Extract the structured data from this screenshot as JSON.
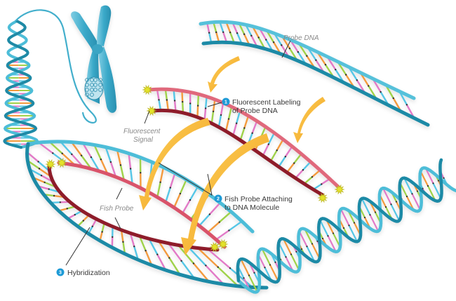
{
  "diagram": {
    "title": "FISH (Fluorescence In Situ Hybridization) process",
    "colors": {
      "dna_strand": "#3fb2cc",
      "dna_strand_dark": "#1f8aa6",
      "probe_strand": "#d9536a",
      "probe_strand_dark": "#8e1c2a",
      "arrow": "#f7b32b",
      "arrow_dark": "#e8961b",
      "signal": "#e3e22a",
      "badge": "#1d9ad6",
      "chromosome": "#49b3d2",
      "base_colors": [
        "#f39a3d",
        "#e27ac7",
        "#9fd24a",
        "#55c6e6"
      ]
    },
    "labels": {
      "probe_dna": "Probe DNA",
      "fluorescent_signal_line1": "Fluorescent",
      "fluorescent_signal_line2": "Signal",
      "fish_probe": "Fish Probe"
    },
    "steps": [
      {
        "number": "1",
        "line1": "Fluorescent Labeling",
        "line2": "of Probe DNA"
      },
      {
        "number": "2",
        "line1": "Fish Probe Attaching",
        "line2": "to DNA Molecule"
      },
      {
        "number": "3",
        "line1": "Hybridization",
        "line2": ""
      }
    ],
    "components": [
      "chromosome",
      "double-helix",
      "probe-dna",
      "labeled-probe",
      "fish-probe",
      "hybridized-dna"
    ]
  }
}
